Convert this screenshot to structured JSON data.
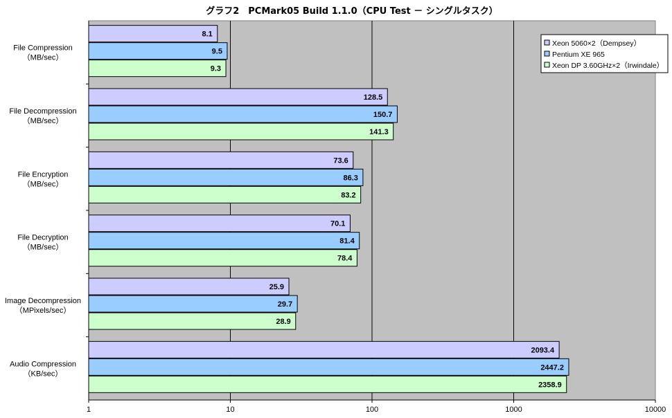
{
  "chart_data": {
    "type": "bar",
    "orientation": "horizontal",
    "title": "グラフ2　PCMark05 Build 1.1.0（CPU Test － シングルタスク）",
    "x_scale": "log",
    "xlim": [
      1,
      10000
    ],
    "x_ticks": [
      "1",
      "10",
      "100",
      "1000",
      "10000"
    ],
    "grid": "vertical major gridlines",
    "legend_position": "top-right",
    "categories": [
      [
        "File Compression",
        "（MB/sec）"
      ],
      [
        "File Decompression",
        "（MB/sec）"
      ],
      [
        "File Encryption",
        "（MB/sec）"
      ],
      [
        "File Decryption",
        "（MB/sec）"
      ],
      [
        "Image Decompression",
        "（MPixels/sec）"
      ],
      [
        "Audio Compression",
        "（KB/sec）"
      ]
    ],
    "series": [
      {
        "name": "Xeon 5060×2（Dempsey）",
        "color": "#ccccff",
        "values": [
          8.1,
          128.5,
          73.6,
          70.1,
          25.9,
          2093.4
        ],
        "labels": [
          "8.1",
          "128.5",
          "73.6",
          "70.1",
          "25.9",
          "2093.4"
        ]
      },
      {
        "name": "Pentium XE 965",
        "color": "#99ccff",
        "values": [
          9.5,
          150.7,
          86.3,
          81.4,
          29.7,
          2447.2
        ],
        "labels": [
          "9.5",
          "150.7",
          "86.3",
          "81.4",
          "29.7",
          "2447.2"
        ]
      },
      {
        "name": "Xeon DP 3.60GHz×2（Irwindale）",
        "color": "#ccffcc",
        "values": [
          9.3,
          141.3,
          83.2,
          78.4,
          28.9,
          2358.9
        ],
        "labels": [
          "9.3",
          "141.3",
          "83.2",
          "78.4",
          "28.9",
          "2358.9"
        ]
      }
    ],
    "plot_background": "#c0c0c0"
  }
}
